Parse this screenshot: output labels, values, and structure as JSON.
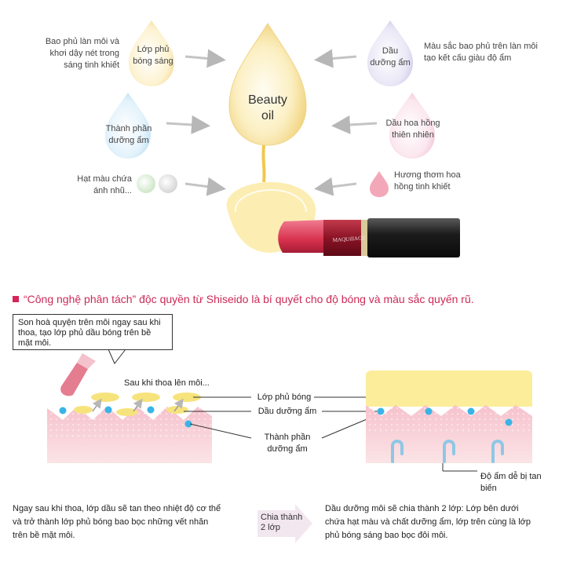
{
  "top": {
    "center_drop": "Beauty\noil",
    "drops": [
      {
        "id": "gloss-layer",
        "label": "Lớp phủ\nbóng sáng",
        "desc": "Bao phủ làn môi và\nkhơi dậy nét trong\nsáng tinh khiết"
      },
      {
        "id": "moisture-oil",
        "label": "Dầu\ndưỡng ẩm",
        "desc": "Màu sắc bao phủ trên làn môi\ntạo kết cấu giàu độ ẩm"
      },
      {
        "id": "moisture-ingredient",
        "label": "Thành phần\ndưỡng ẩm",
        "desc": ""
      },
      {
        "id": "rose-oil",
        "label": "Dầu hoa hồng\nthiên nhiên",
        "desc": ""
      }
    ],
    "pearl_label": "Hạt màu chứa\nánh nhũ...",
    "scent_label": "Hương thơm hoa\nhồng tinh khiết",
    "brand": "MAQUillAGE"
  },
  "heading": "“Công nghệ phân tách” độc quyền từ Shiseido là bí quyết cho độ bóng và màu sắc quyến rũ.",
  "left_diagram": {
    "callout": "Son hoà quyện trên môi ngay sau khi thoa, tạo lớp phủ dầu bóng trên bề mặt môi.",
    "after_label": "Sau khi thoa lên môi...",
    "caption": "Ngay sau khi thoa, lớp dầu sẽ tan theo nhiệt độ cơ thể\nvà trở thành lớp phủ bóng bao bọc những vết nhăn\ntrên bề mặt môi."
  },
  "labels": {
    "gloss": "Lớp phủ bóng",
    "oil": "Dầu dưỡng ẩm",
    "ingredient": "Thành phần\ndưỡng ẩm"
  },
  "arrow_label": "Chia thành\n2 lớp",
  "right_diagram": {
    "moisture_note": "Độ ẩm dễ bị tan\nbiến",
    "caption": "Dầu dưỡng môi sẽ chia thành 2 lớp: Lớp bên dưới\nchứa hạt màu và chất dưỡng ẩm, lớp trên cùng là lớp\nphủ bóng sáng bao bọc đôi môi."
  },
  "colors": {
    "accent": "#d8245a",
    "gold": "#f3d978",
    "pink": "#f6c9d2",
    "blue": "#3ab4e6"
  }
}
